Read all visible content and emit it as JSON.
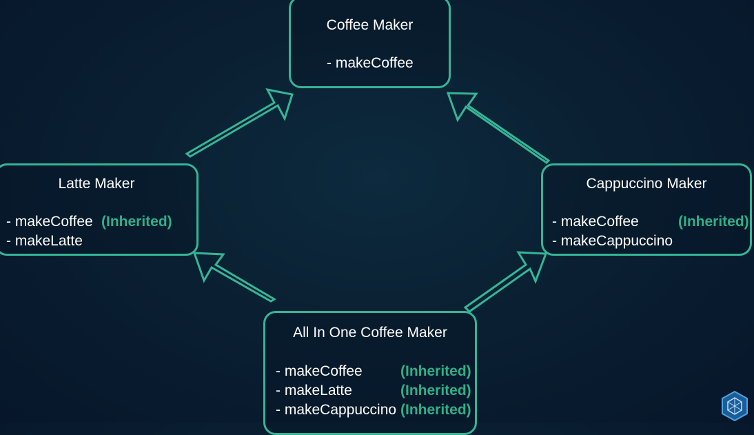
{
  "diagram": {
    "coffee_maker": {
      "title": "Coffee Maker",
      "methods": [
        {
          "name": "- makeCoffee"
        }
      ]
    },
    "latte_maker": {
      "title": "Latte Maker",
      "methods": [
        {
          "name": "- makeCoffee",
          "tag": "(Inherited)"
        },
        {
          "name": "- makeLatte"
        }
      ]
    },
    "cappuccino_maker": {
      "title": "Cappuccino Maker",
      "methods": [
        {
          "name": "- makeCoffee",
          "tag": "(Inherited)"
        },
        {
          "name": "- makeCappuccino"
        }
      ]
    },
    "all_in_one_maker": {
      "title": "All In One Coffee Maker",
      "methods": [
        {
          "name": "- makeCoffee",
          "tag": "(Inherited)"
        },
        {
          "name": "- makeLatte",
          "tag": "(Inherited)"
        },
        {
          "name": "- makeCappuccino",
          "tag": "(Inherited)"
        }
      ]
    }
  },
  "colors": {
    "border": "#35b597",
    "inherited_text": "#2fb088",
    "text": "#ffffff",
    "background": "#0a2032"
  },
  "icons": {
    "logo": "hexagon-cube-logo-icon",
    "arrow": "hollow-block-arrow-icon"
  }
}
